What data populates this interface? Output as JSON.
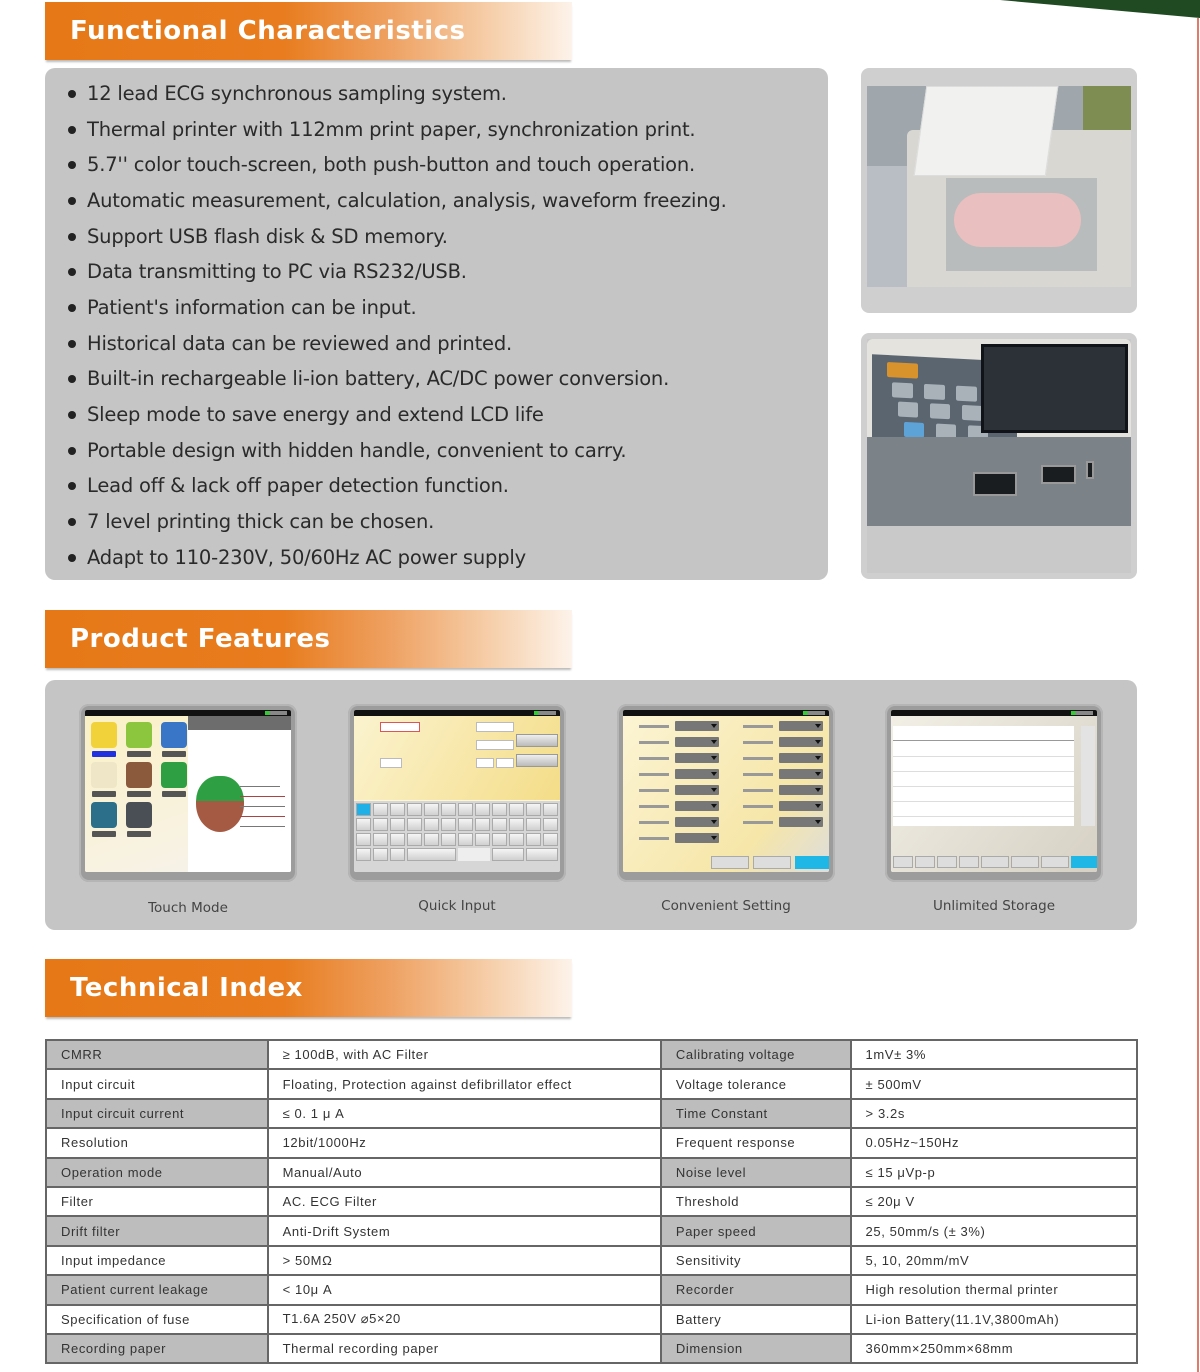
{
  "sections": {
    "functional": {
      "title": "Functional Characteristics",
      "items": [
        "12 lead ECG synchronous sampling system.",
        "Thermal printer with 112mm print paper, synchronization print.",
        "5.7'' color touch-screen, both push-button and touch operation.",
        "Automatic measurement, calculation, analysis, waveform freezing.",
        "Support USB flash disk & SD memory.",
        "Data transmitting to PC via RS232/USB.",
        "Patient's information can be input.",
        "Historical data can be reviewed and printed.",
        "Built-in rechargeable li-ion battery, AC/DC power conversion.",
        "Sleep mode to save energy and extend LCD life",
        "Portable design with hidden handle, convenient to carry.",
        "Lead off & lack off paper detection function.",
        " 7 level printing thick can be chosen.",
        "Adapt to 110-230V, 50/60Hz AC power supply"
      ],
      "photos": [
        "thermal-printer-paper-roll-photo",
        "device-keypad-and-ports-photo"
      ]
    },
    "features": {
      "title": "Product Features",
      "items": [
        {
          "label": "Touch Mode",
          "screen": "touch-mode-screen"
        },
        {
          "label": "Quick Input",
          "screen": "quick-input-screen"
        },
        {
          "label": "Convenient Setting",
          "screen": "settings-screen"
        },
        {
          "label": "Unlimited Storage",
          "screen": "storage-list-screen"
        }
      ]
    },
    "technical": {
      "title": "Technical Index",
      "rows": [
        {
          "k1": "CMRR",
          "v1": "≥ 100dB, with AC Filter",
          "k2": "Calibrating voltage",
          "v2": "1mV± 3%"
        },
        {
          "k1": "Input  circuit",
          "v1": "Floating, Protection against defibrillator effect",
          "k2": "Voltage  tolerance",
          "v2": "± 500mV"
        },
        {
          "k1": "Input  circuit  current",
          "v1": "≤  0. 1 μ A",
          "k2": "Time  Constant",
          "v2": "> 3.2s"
        },
        {
          "k1": "Resolution",
          "v1": "12bit/1000Hz",
          "k2": "Frequent response",
          "v2": "0.05Hz~150Hz"
        },
        {
          "k1": "Operation  mode",
          "v1": "Manual/Auto",
          "k2": "Noise  level",
          "v2": "≤  15 μVp-p"
        },
        {
          "k1": "Filter",
          "v1": "AC. ECG  Filter",
          "k2": "Threshold",
          "v2": "≤  20μ V"
        },
        {
          "k1": "Drift  filter",
          "v1": "Anti-Drift  System",
          "k2": "Paper speed",
          "v2": "25,  50mm/s (± 3%)"
        },
        {
          "k1": "Input  impedance",
          "v1": "> 50MΩ",
          "k2": "Sensitivity",
          "v2": "5,  10,  20mm/mV"
        },
        {
          "k1": "Patient  current  leakage",
          "v1": "< 10μ A",
          "k2": "Recorder",
          "v2": "High  resolution  thermal  printer"
        },
        {
          "k1": "Specification of fuse",
          "v1": "T1.6A 250V    ⌀5×20",
          "k2": "Battery",
          "v2": "Li-ion Battery(11.1V,3800mAh)"
        },
        {
          "k1": "Recording  paper",
          "v1": "Thermal  recording  paper",
          "k2": "Dimension",
          "v2": "360mm×250mm×68mm"
        }
      ]
    }
  },
  "colors": {
    "header_orange": "#e67817",
    "panel_gray": "#c5c5c5",
    "table_shade": "#bdbdbd",
    "corner_green": "#1f4a22",
    "edge_red": "#e07a6a"
  }
}
